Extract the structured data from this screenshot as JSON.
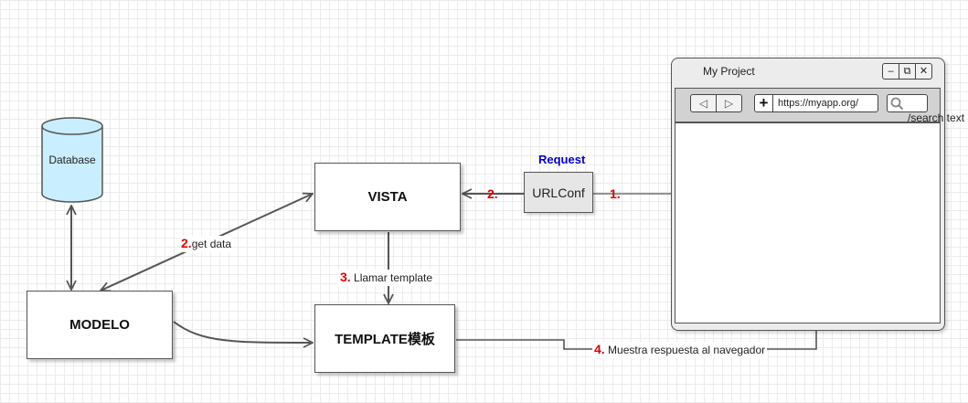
{
  "database": {
    "label": "Database",
    "color": "#c8eeff"
  },
  "boxes": {
    "vista": "VISTA",
    "modelo": "MODELO",
    "template": "TEMPLATE模板"
  },
  "urlconf": {
    "label": "URLConf",
    "request_label": "Request"
  },
  "steps": {
    "step1": {
      "num": "1."
    },
    "step2_urlconf": {
      "num": "2."
    },
    "step2_data": {
      "num": "2.",
      "text": "get data"
    },
    "step3": {
      "num": "3.",
      "text": " Llamar template"
    },
    "step4": {
      "num": "4.",
      "text": " Muestra respuesta al navegador"
    }
  },
  "browser": {
    "title": "My Project",
    "minimize_glyph": "–",
    "restore_glyph": "⧉",
    "close_glyph": "✕",
    "back_glyph": "◁",
    "forward_glyph": "▷",
    "url_plus_glyph": "+",
    "url": "https://myapp.org/",
    "search_text": "/search text"
  },
  "colors": {
    "step_number": "#e00000",
    "request": "#0000cc",
    "line": "#555555"
  }
}
